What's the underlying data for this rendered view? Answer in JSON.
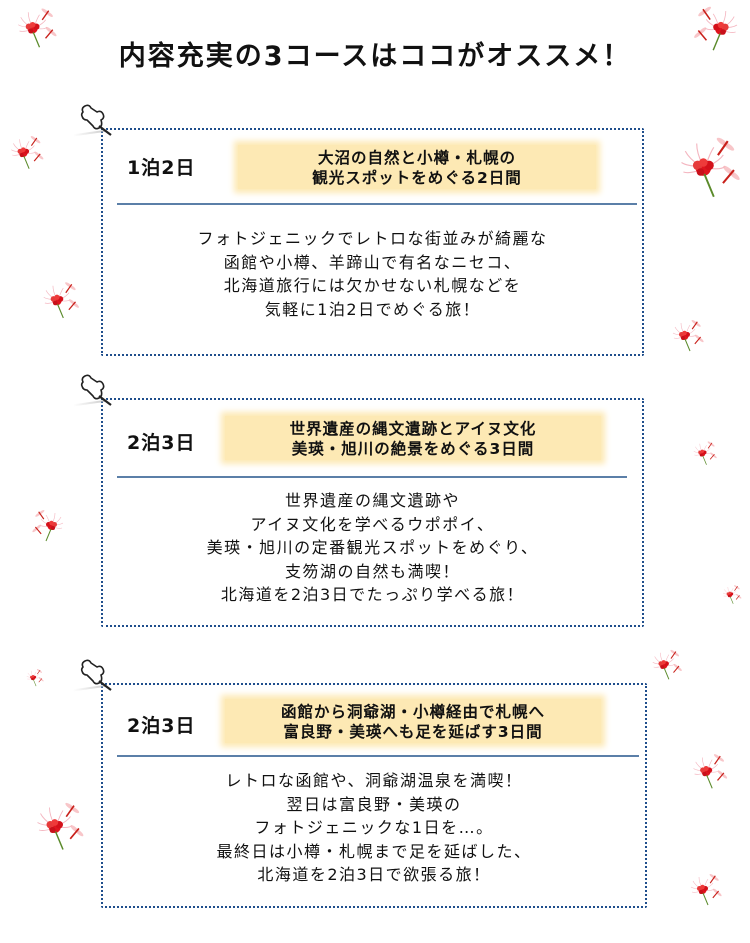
{
  "page": {
    "title": "内容充実の3コースはココがオススメ！"
  },
  "courses": [
    {
      "duration": "1泊2日",
      "headline_line1": "大沼の自然と小樽・札幌の",
      "headline_line2": "観光スポットをめぐる2日間",
      "description": [
        "フォトジェニックでレトロな街並みが綺麗な",
        "函館や小樽、羊蹄山で有名なニセコ、",
        "北海道旅行には欠かせない札幌などを",
        "気軽に1泊2日でめぐる旅！"
      ]
    },
    {
      "duration": "2泊3日",
      "headline_line1": "世界遺産の縄文遺跡とアイヌ文化",
      "headline_line2": "美瑛・旭川の絶景をめぐる3日間",
      "description": [
        "世界遺産の縄文遺跡や",
        "アイヌ文化を学べるウポポイ、",
        "美瑛・旭川の定番観光スポットをめぐり、",
        "支笏湖の自然も満喫！",
        "北海道を2泊3日でたっぷり学べる旅！"
      ]
    },
    {
      "duration": "2泊3日",
      "headline_line1": "函館から洞爺湖・小樽経由で札幌へ",
      "headline_line2": "富良野・美瑛へも足を延ばす3日間",
      "description": [
        "レトロな函館や、洞爺湖温泉を満喫！",
        "翌日は富良野・美瑛の",
        "フォトジェニックな1日を…。",
        "最終日は小樽・札幌まで足を延ばした、",
        "北海道を2泊3日で欲張る旅！"
      ]
    }
  ],
  "colors": {
    "card_border": "#1f4e8c",
    "highlight": "#fde9b4",
    "divider": "#5b7fa8",
    "flower_red": "#e0141e",
    "stem_green": "#5a8a2a"
  },
  "decorations": {
    "icon": "red-spider-lily-with-dragonflies"
  }
}
